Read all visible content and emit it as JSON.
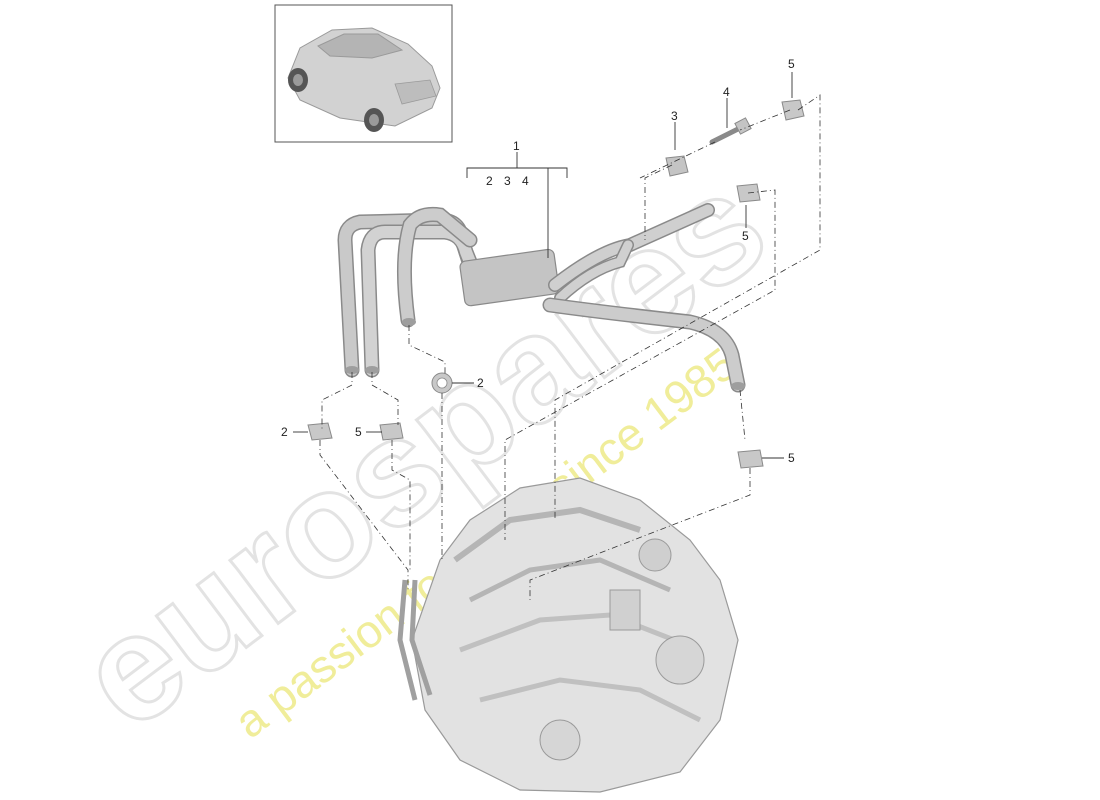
{
  "watermark": {
    "brand": "eurospares",
    "tagline": "a passion for parts since 1985"
  },
  "colors": {
    "line": "#333333",
    "part_fill": "#c4c4c4",
    "part_stroke": "#8a8a8a",
    "watermark_brand": "#e3e3e3",
    "watermark_tagline": "#f0ed9a"
  },
  "callouts": {
    "c1": "1",
    "c1_sub_a": "2",
    "c1_sub_b": "3",
    "c1_sub_c": "4",
    "c3": "3",
    "c4": "4",
    "c5_top": "5",
    "c5_upper_right": "5",
    "c2_center": "2",
    "c2_left": "2",
    "c5_left": "5",
    "c5_right": "5"
  }
}
